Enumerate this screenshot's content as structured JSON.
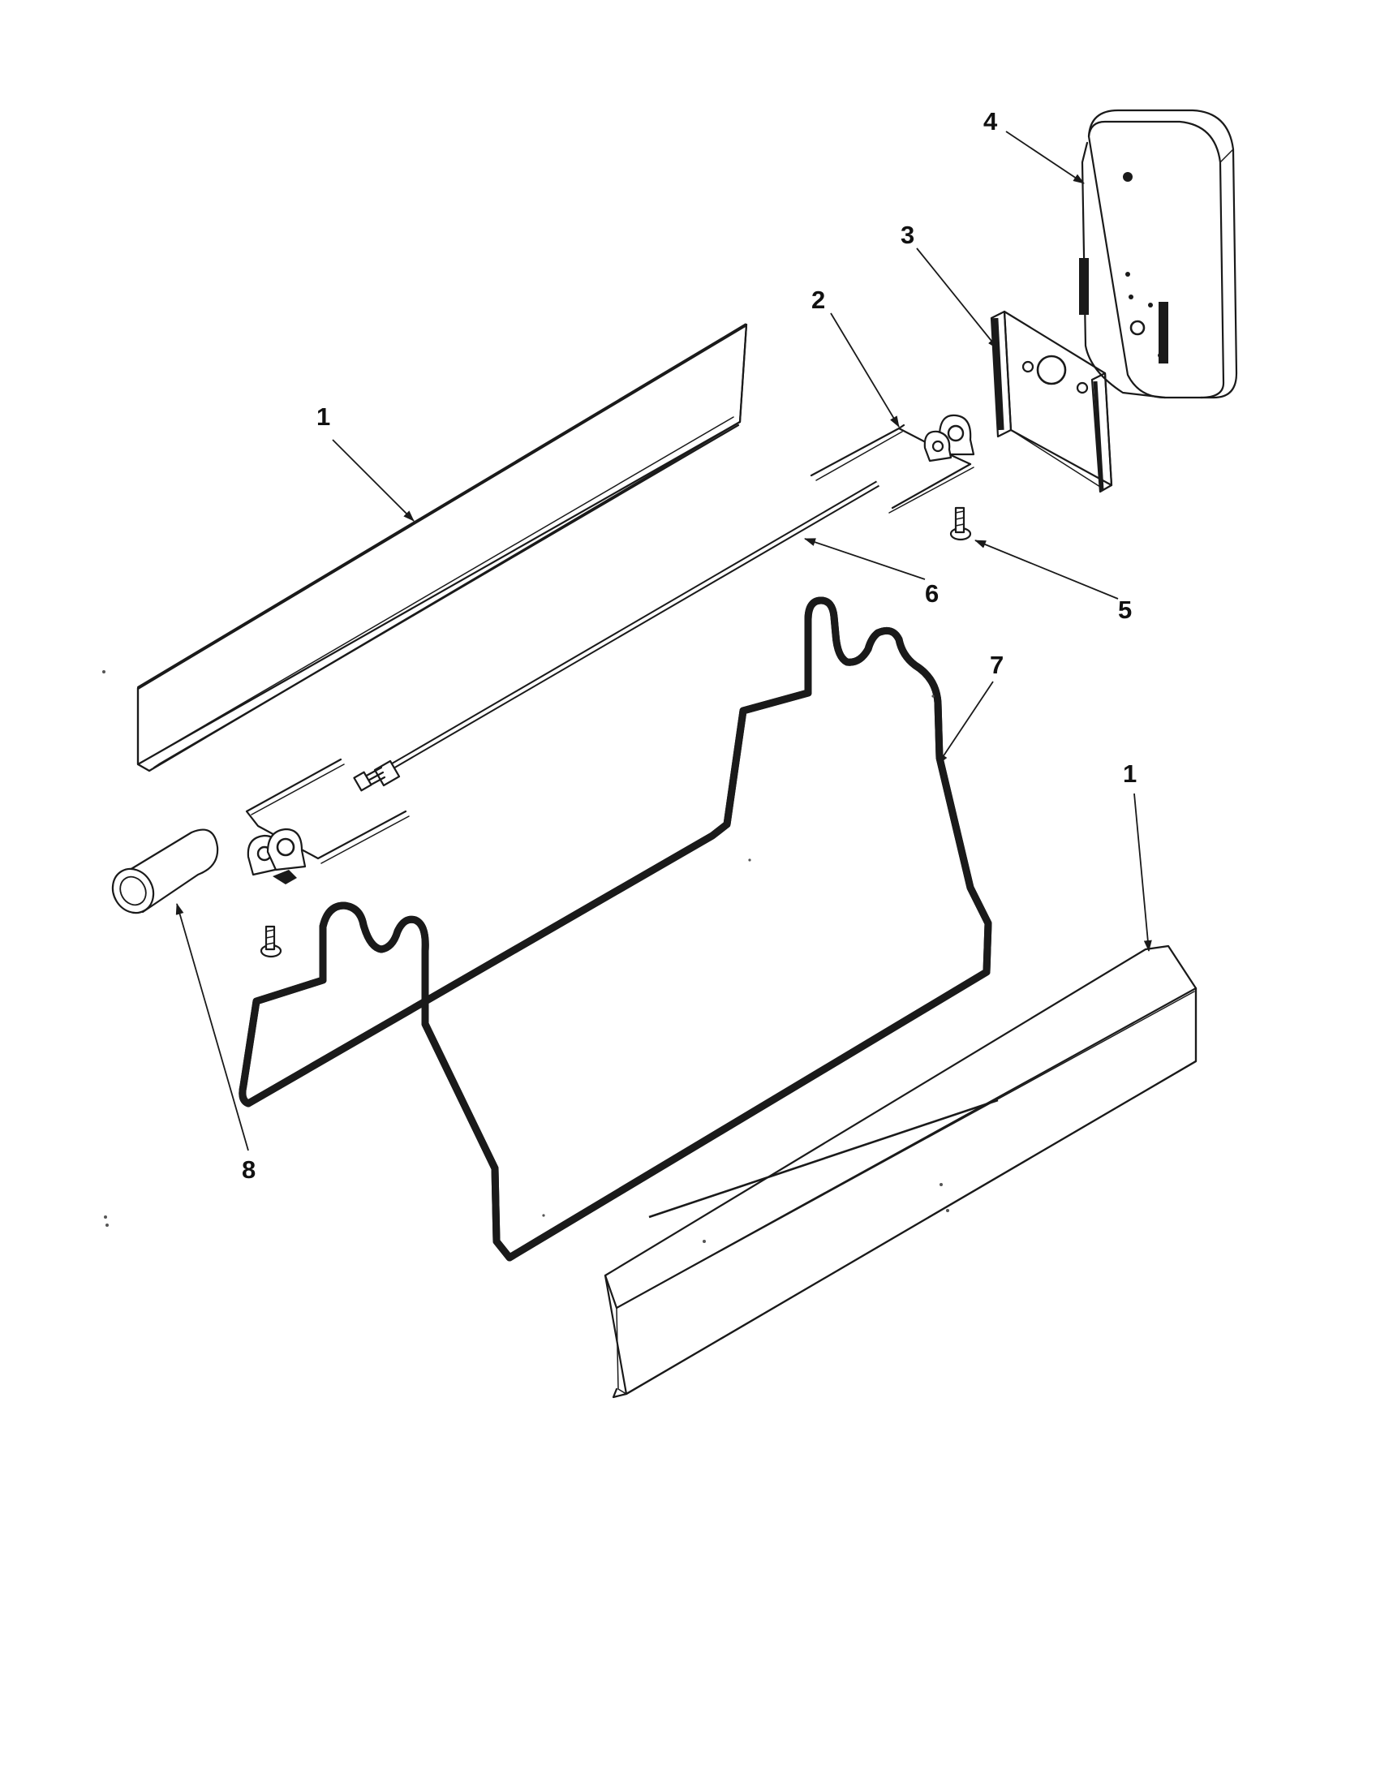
{
  "diagram": {
    "callouts": [
      {
        "id": "c1a",
        "text": "1"
      },
      {
        "id": "c1b",
        "text": "1"
      },
      {
        "id": "c2",
        "text": "2"
      },
      {
        "id": "c3",
        "text": "3"
      },
      {
        "id": "c4",
        "text": "4"
      },
      {
        "id": "c5",
        "text": "5"
      },
      {
        "id": "c6",
        "text": "6"
      },
      {
        "id": "c7",
        "text": "7"
      },
      {
        "id": "c8",
        "text": "8"
      }
    ]
  }
}
